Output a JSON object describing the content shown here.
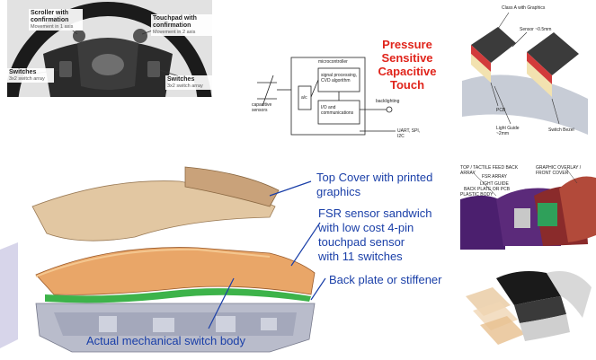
{
  "steering_wheel": {
    "labels": [
      {
        "title": "Scroller with confirmation",
        "detail": "Movement in 1 axis"
      },
      {
        "title": "Touchpad with confirmation",
        "detail": "Movement in 2 axis"
      },
      {
        "title": "Switches",
        "detail": "3x2 switch array"
      },
      {
        "title": "Switches",
        "detail": "3x2 switch array"
      }
    ]
  },
  "block_diagram": {
    "microcontroller": "microcontroller",
    "capacitive_sensors": "capacitive sensors",
    "adc": "a/c",
    "signal_processing": "signal processing, CVD algorithm",
    "io": "I/O and communications",
    "backlighting": "backlighting",
    "bus": "UART, SPI, I2C"
  },
  "pressure_title": [
    "Pressure",
    "Sensitive",
    "Capacitive",
    "Touch"
  ],
  "cap_sensor_3d": {
    "class_a": "Class A with Graphics",
    "sensor": "Sensor ~0.5mm",
    "pcb": "PCB",
    "light_guide": "Light Guide ~2mm",
    "switch_bezel": "Switch Bezel"
  },
  "exploded_callouts": {
    "top_cover": [
      "Top Cover with printed",
      "graphics"
    ],
    "fsr": [
      "FSR sensor sandwich",
      "with low cost 4-pin",
      "touchpad sensor",
      "with 11 switches"
    ],
    "back_plate": "Back plate or stiffener",
    "switch_body": "Actual mechanical switch body"
  },
  "right_exploded": {
    "top_tactile": "TOP / TACTILE FEED BACK ARRAY",
    "graphic_overlay": "GRAPHIC OVERLAY / FRONT COVER",
    "fsr_array": "FSR ARRAY",
    "light_guide": "LIGHT GUIDE",
    "back_plate": "BACK PLATE OR PCB",
    "plastic_body": "PLASTIC BODY"
  },
  "colors": {
    "callout_blue": "#1a3fa8",
    "title_red": "#e0241b",
    "cover_tan": "#c9a27a",
    "fsr_orange": "#e08a3c",
    "stiffener_green": "#3db34a",
    "body_grey": "#b9bccb"
  }
}
